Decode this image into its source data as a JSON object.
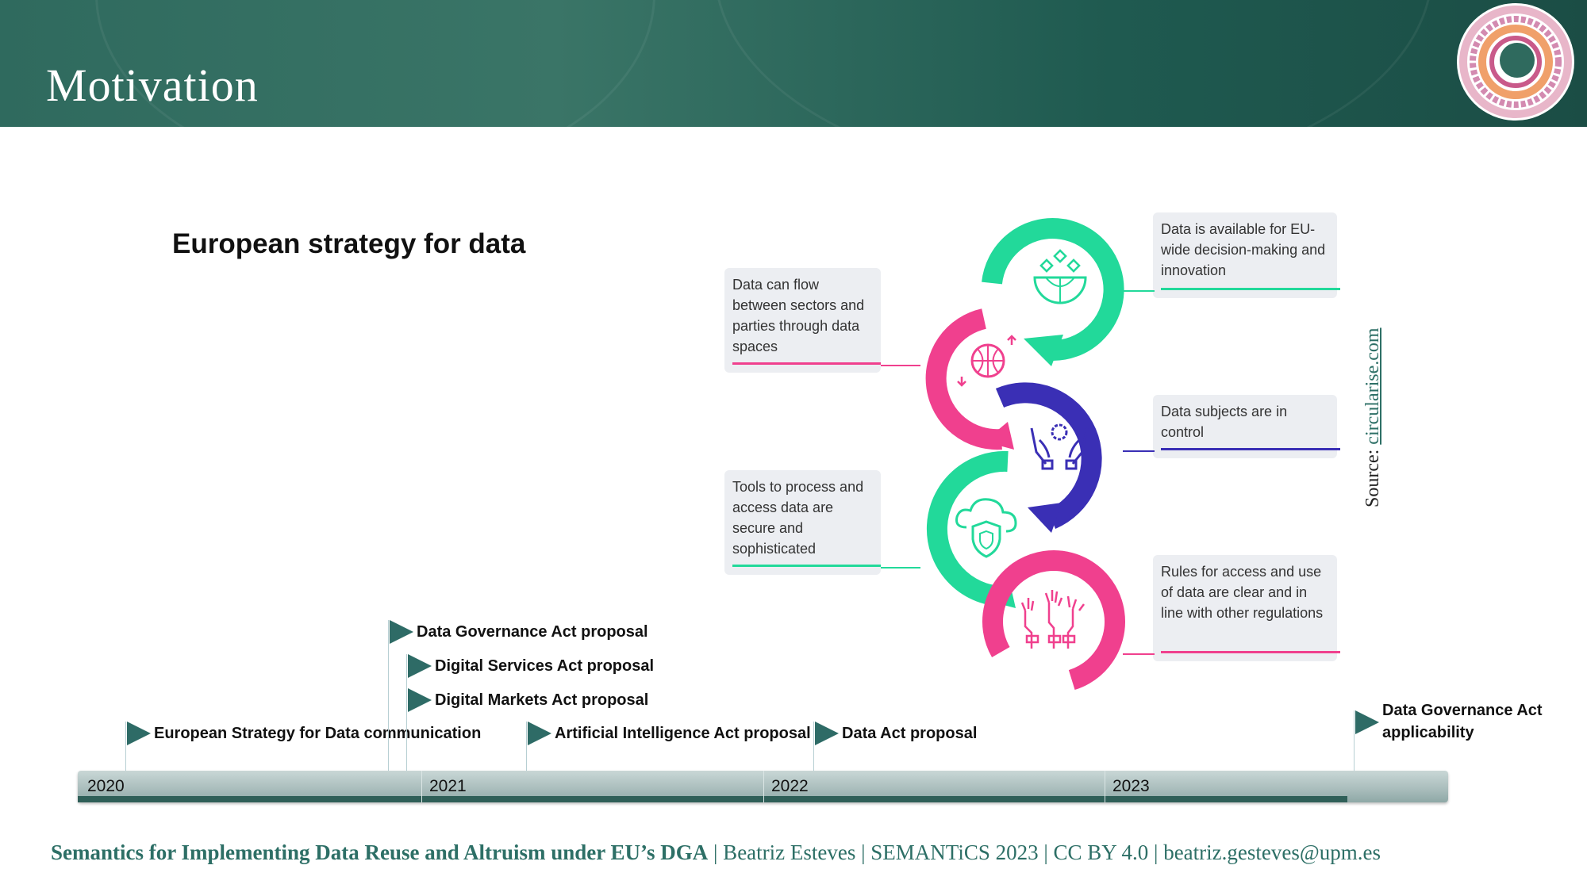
{
  "header": {
    "title": "Motivation"
  },
  "section_title": "European strategy for data",
  "infographic": {
    "boxes": [
      {
        "text": "Data is available for EU-wide decision-making and innovation",
        "color": "#22d99a"
      },
      {
        "text": "Data can flow between sectors and parties through data spaces",
        "color": "#f0408e"
      },
      {
        "text": "Data subjects are in control",
        "color": "#3a2fb5"
      },
      {
        "text": "Tools to process and access data are secure and sophisticated",
        "color": "#22d99a"
      },
      {
        "text": "Rules for access and use of data are clear and in line with other regulations",
        "color": "#f0408e"
      }
    ],
    "icons": [
      "globe-bowl-icon",
      "globe-arrows-icon",
      "hands-gear-icon",
      "cloud-shield-icon",
      "raised-hands-icon"
    ]
  },
  "source": {
    "prefix": "Source: ",
    "link": "circularise.com"
  },
  "timeline": {
    "years": [
      "2020",
      "2021",
      "2022",
      "2023"
    ],
    "events": [
      "European Strategy for Data communication",
      "Data Governance Act proposal",
      "Digital Services Act proposal",
      "Digital Markets Act proposal",
      "Artificial Intelligence Act proposal",
      "Data Act proposal",
      "Data Governance Act",
      "applicability"
    ]
  },
  "footer": {
    "bold": "Semantics for Implementing Data Reuse and Altruism under EU’s DGA",
    "rest": " | Beatriz Esteves | SEMANTiCS 2023 | CC BY 4.0 | beatriz.gesteves@upm.es"
  }
}
